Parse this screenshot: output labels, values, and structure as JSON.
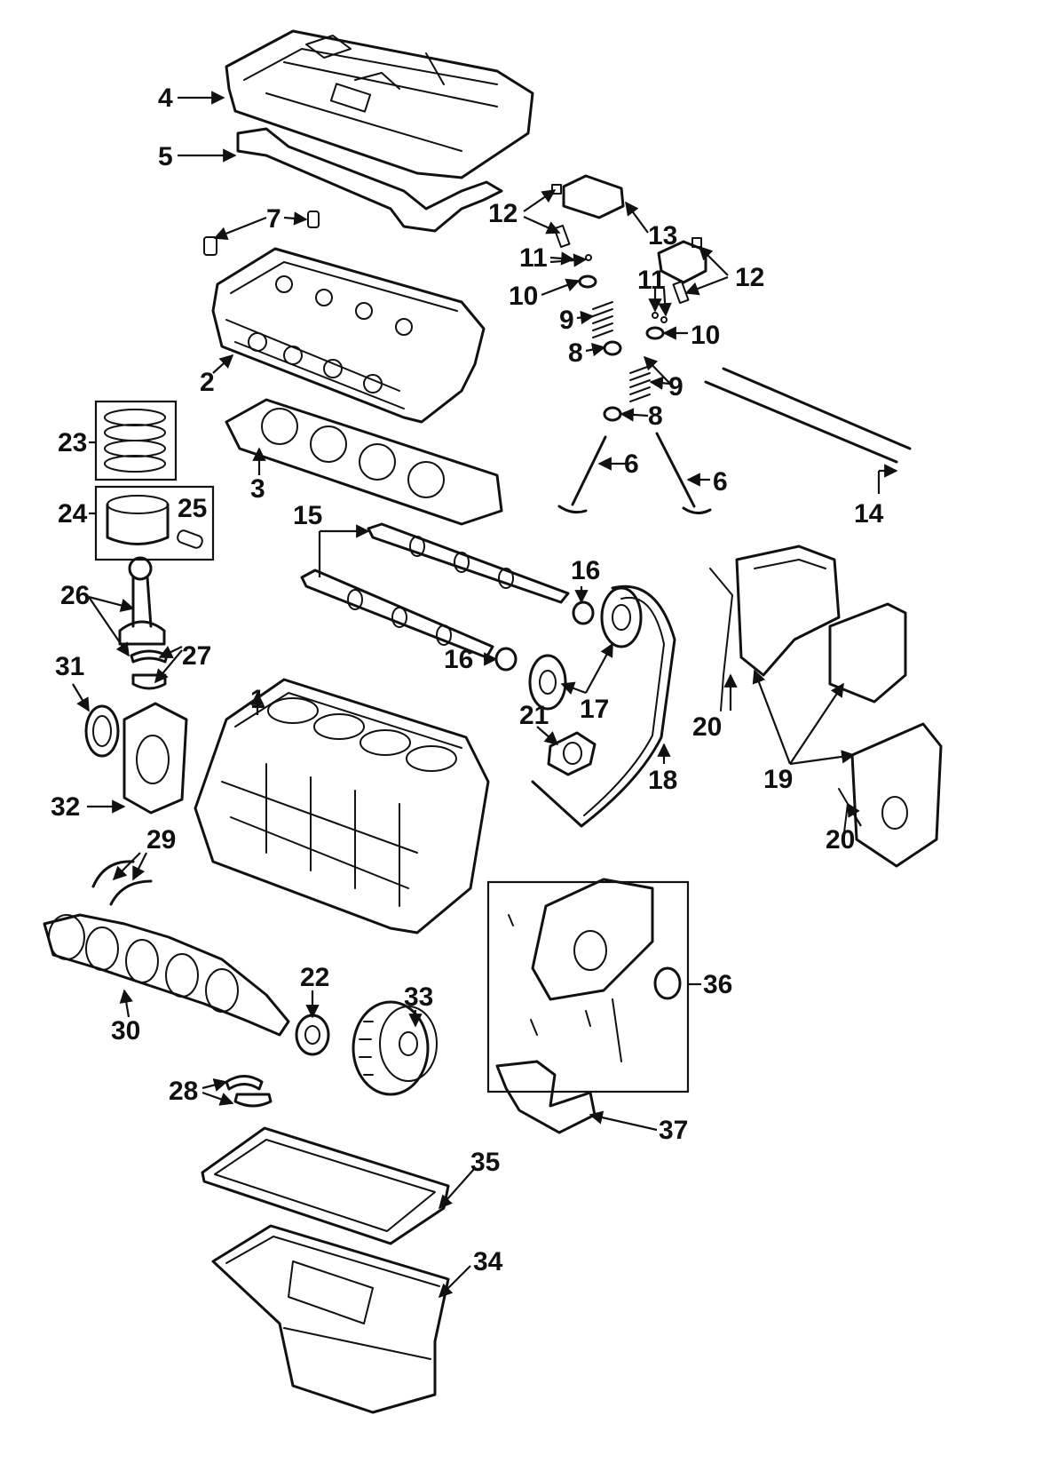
{
  "callouts": {
    "c1": "1",
    "c2": "2",
    "c3": "3",
    "c4": "4",
    "c5": "5",
    "c6a": "6",
    "c6b": "6",
    "c7": "7",
    "c8a": "8",
    "c8b": "8",
    "c9a": "9",
    "c9b": "9",
    "c10a": "10",
    "c10b": "10",
    "c11a": "11",
    "c11b": "11",
    "c12a": "12",
    "c12b": "12",
    "c13": "13",
    "c14": "14",
    "c15": "15",
    "c16a": "16",
    "c16b": "16",
    "c17": "17",
    "c18": "18",
    "c19": "19",
    "c20a": "20",
    "c20b": "20",
    "c21": "21",
    "c22": "22",
    "c23": "23",
    "c24": "24",
    "c25": "25",
    "c26": "26",
    "c27": "27",
    "c28": "28",
    "c29": "29",
    "c30": "30",
    "c31": "31",
    "c32": "32",
    "c33": "33",
    "c34": "34",
    "c35": "35",
    "c36": "36",
    "c37": "37"
  }
}
